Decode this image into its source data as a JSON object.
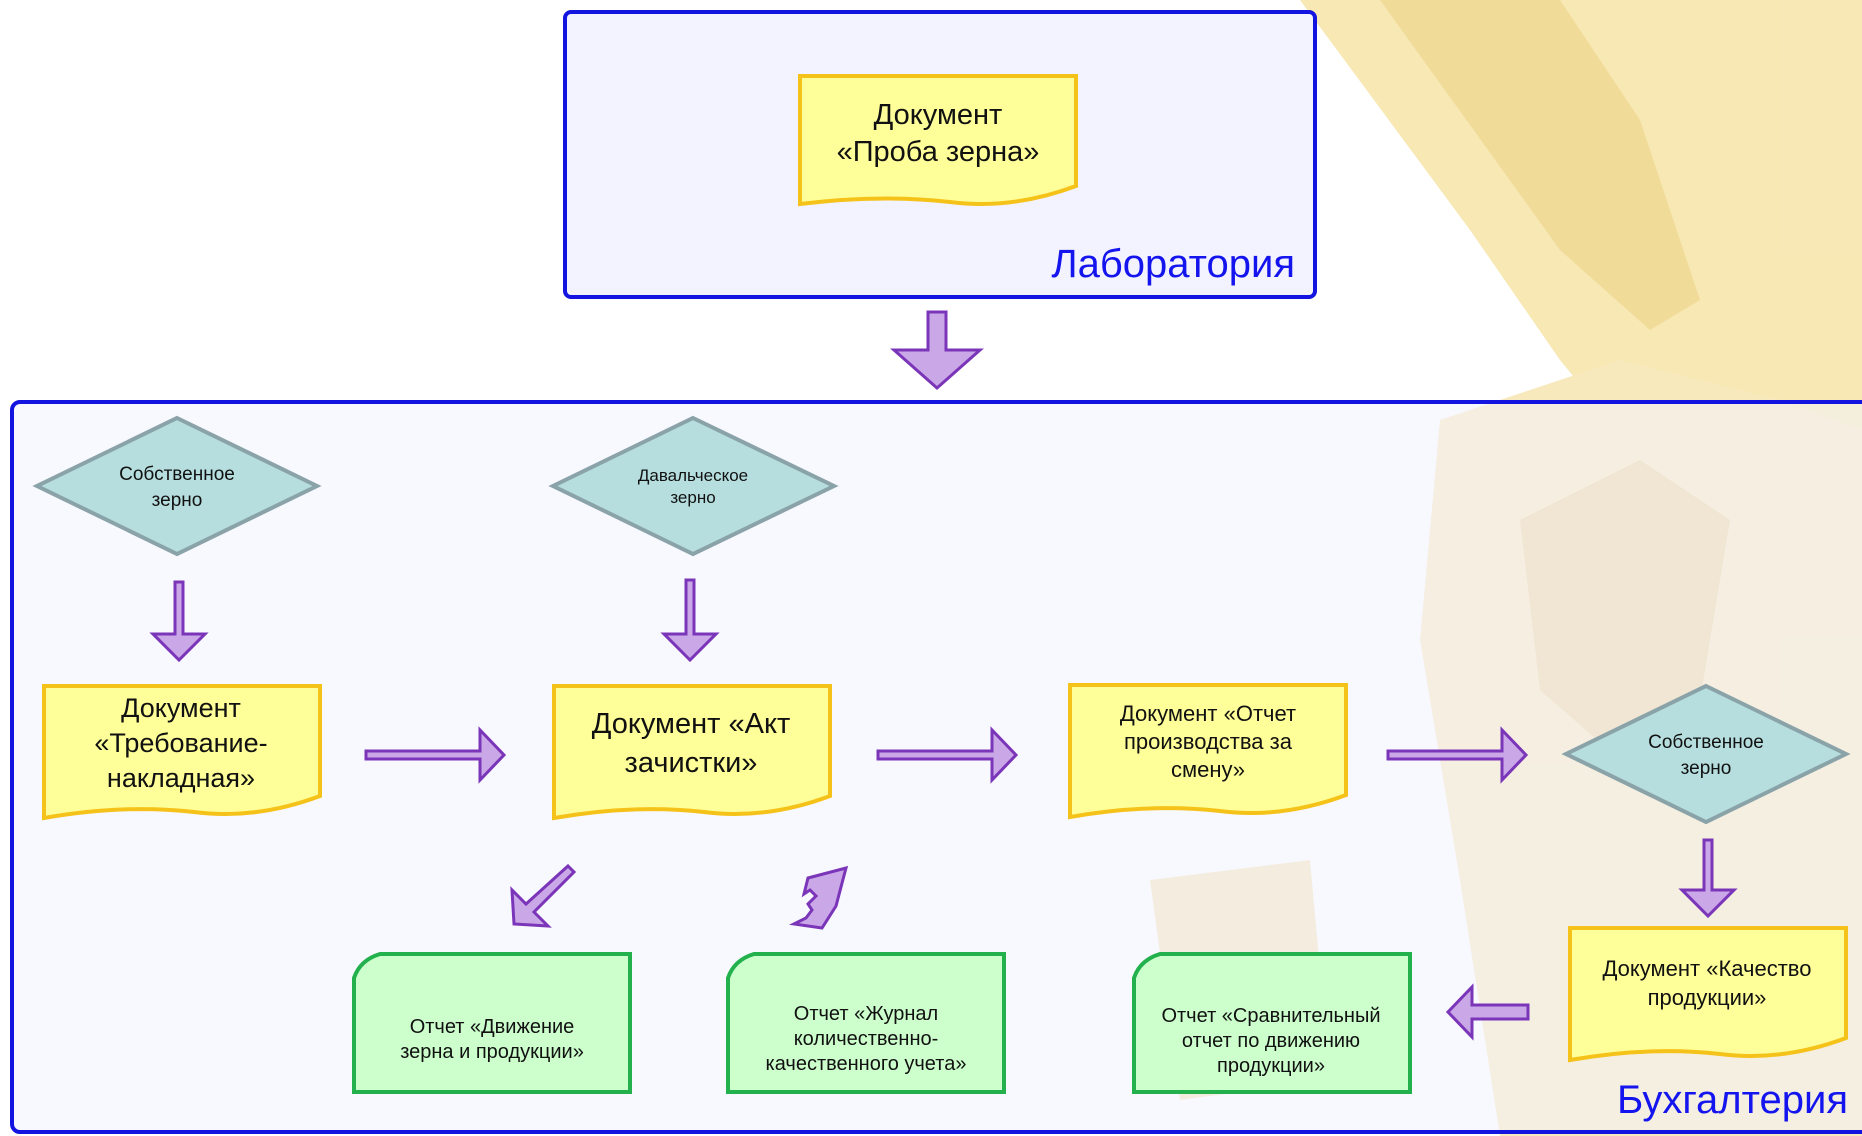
{
  "colors": {
    "frame_border": "#1414e0",
    "frame_fill": "#f3f3ff",
    "document_fill": "#ffff99",
    "document_border": "#f5c21a",
    "report_fill": "#ccffcc",
    "report_border": "#22b14c",
    "decision_fill": "#b6dede",
    "decision_border": "#8aa3a8",
    "arrow_fill": "#caa8e8",
    "arrow_stroke": "#7b35b8",
    "department_text": "#1414ee",
    "background_art": "#f0d68a"
  },
  "laboratory": {
    "label": "Лаборатория",
    "document": {
      "line1": "Документ",
      "line2": "«Проба зерна»"
    }
  },
  "accounting": {
    "label": "Бухгалтерия",
    "decisions": [
      {
        "line1": "Собственное",
        "line2": "зерно"
      },
      {
        "line1": "Давальческое",
        "line2": "зерно"
      },
      {
        "line1": "Собственное",
        "line2": "зерно"
      }
    ],
    "documents": [
      {
        "lines": [
          "Документ",
          "«Требование-",
          "накладная»"
        ]
      },
      {
        "lines": [
          "Документ «Акт",
          "зачистки»"
        ]
      },
      {
        "lines": [
          "Документ «Отчет",
          "производства за",
          "смену»"
        ]
      },
      {
        "lines": [
          "Документ «Качество",
          "продукции»"
        ]
      }
    ],
    "reports": [
      {
        "lines": [
          "Отчет «Движение",
          "зерна и продукции»"
        ]
      },
      {
        "lines": [
          "Отчет «Журнал",
          "количественно-",
          "качественного учета»"
        ]
      },
      {
        "lines": [
          "Отчет «Сравнительный",
          "отчет по движению",
          "продукции»"
        ]
      }
    ]
  }
}
